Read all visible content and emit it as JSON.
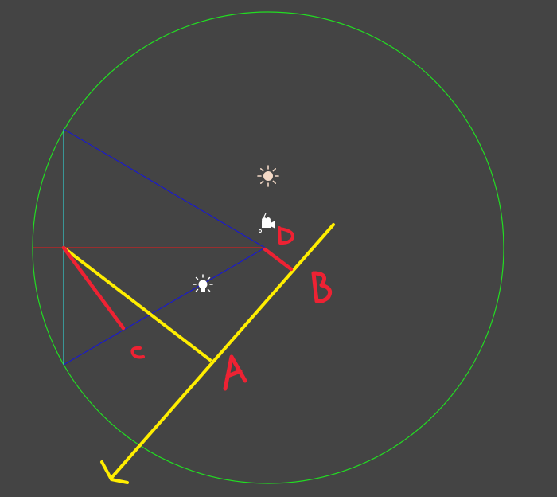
{
  "scene": {
    "background_color": "#444444",
    "colors": {
      "bounding_circle": "#22dd22",
      "frustum_edges": "#1a1acc",
      "near_plane": "#33cccc",
      "view_axis": "#cc2222",
      "annotation_yellow": "#ffee00",
      "annotation_red": "#ee2233"
    },
    "icons": {
      "sun_light": "sun-light-icon",
      "point_light": "point-light-icon",
      "camera": "camera-icon"
    },
    "labels": {
      "a": "A",
      "b": "B",
      "c": "c",
      "d": "D"
    }
  }
}
